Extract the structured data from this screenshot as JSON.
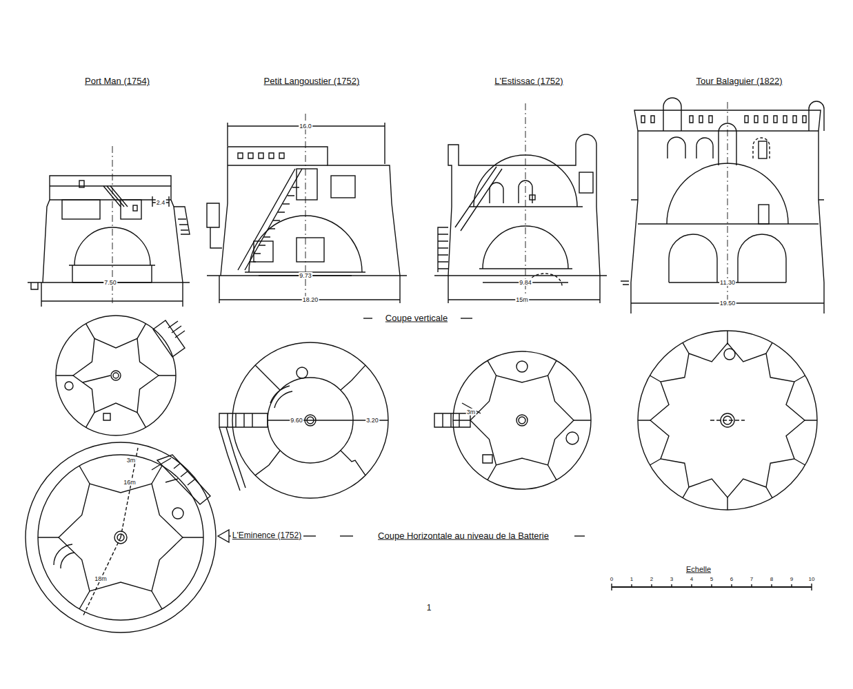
{
  "diagram": {
    "labels": [
      "Port Man (1754)",
      "Petit Langoustier (1752)",
      "L'Estissac (1752)",
      "Tour Balaguier (1822)",
      "2.4",
      "7.50",
      "16.0",
      "9.73",
      "18.20",
      "9.84",
      "15m",
      "11.30",
      "19.50",
      "Coupe verticale",
      "3m",
      "9.60",
      "3.20",
      "3m",
      "16m",
      "18m",
      "L'Eminence (1752)",
      "Coupe Horizontale au niveau de la Batterie",
      "Echelle",
      "0",
      "1",
      "2",
      "3",
      "4",
      "5",
      "6",
      "7",
      "8",
      "9",
      "10",
      "1"
    ]
  }
}
